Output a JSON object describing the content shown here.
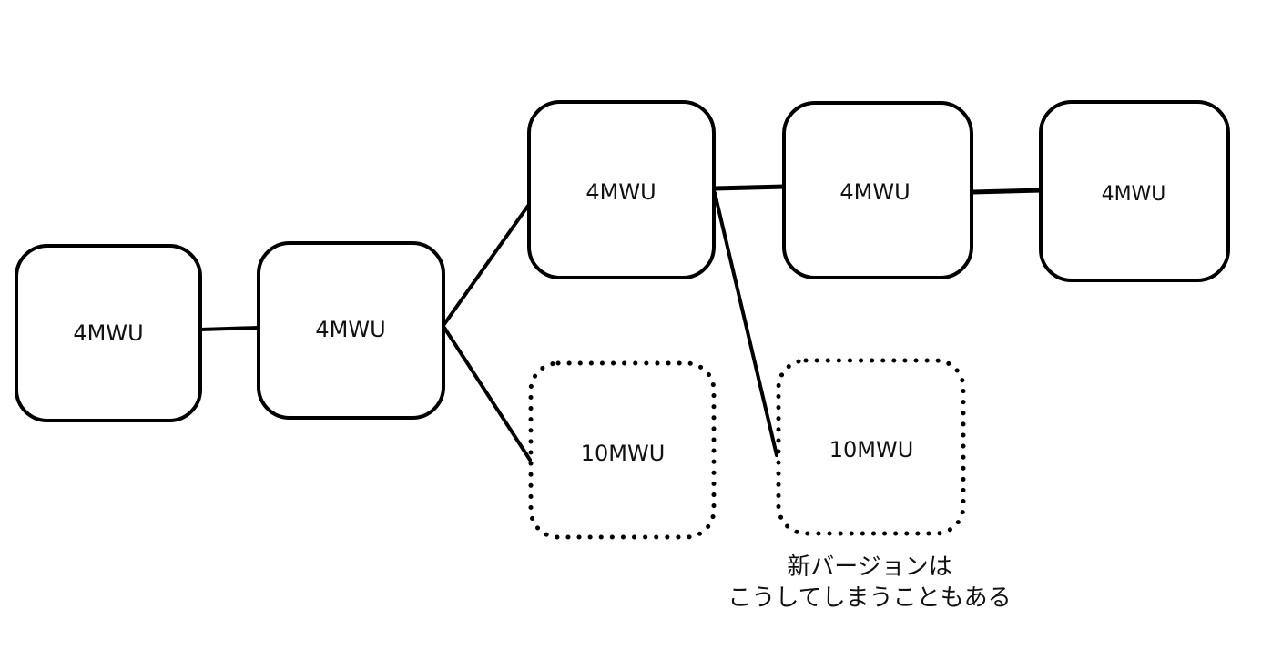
{
  "diagram": {
    "nodes": [
      {
        "id": "n1",
        "label": "4MWU",
        "style": "solid"
      },
      {
        "id": "n2",
        "label": "4MWU",
        "style": "solid"
      },
      {
        "id": "n3",
        "label": "4MWU",
        "style": "solid"
      },
      {
        "id": "n4",
        "label": "4MWU",
        "style": "solid"
      },
      {
        "id": "n5",
        "label": "4MWU",
        "style": "solid"
      },
      {
        "id": "n6",
        "label": "10MWU",
        "style": "dotted"
      },
      {
        "id": "n7",
        "label": "10MWU",
        "style": "dotted"
      }
    ],
    "edges": [
      {
        "from": "n1",
        "to": "n2"
      },
      {
        "from": "n2",
        "to": "n3"
      },
      {
        "from": "n2",
        "to": "n6"
      },
      {
        "from": "n3",
        "to": "n4"
      },
      {
        "from": "n4",
        "to": "n5"
      },
      {
        "from": "n3",
        "to": "n7"
      }
    ],
    "caption_lines": [
      "新バージョンは",
      "こうしてしまうこともある"
    ],
    "stroke_color": "#000000",
    "background": "#ffffff"
  }
}
